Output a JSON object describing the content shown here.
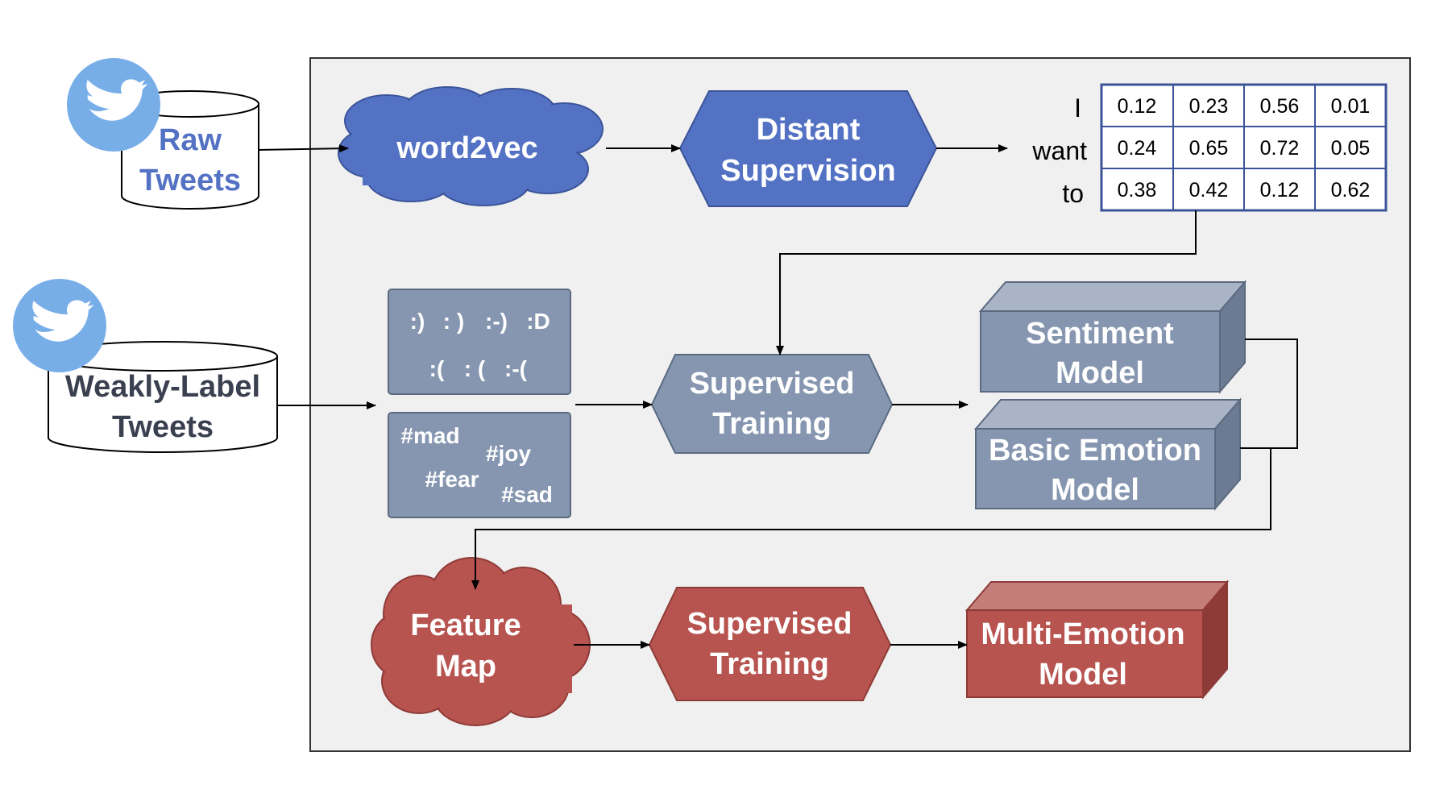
{
  "raw_tweets": {
    "line1": "Raw",
    "line2": "Tweets",
    "icon": "twitter-bird-icon"
  },
  "weak_tweets": {
    "line1": "Weakly-Label",
    "line2": "Tweets",
    "icon": "twitter-bird-icon"
  },
  "word2vec": "word2vec",
  "distant_supervision": {
    "line1": "Distant",
    "line2": "Supervision"
  },
  "embedding": {
    "words": [
      "I",
      "want",
      "to"
    ],
    "rows": [
      [
        "0.12",
        "0.23",
        "0.56",
        "0.01"
      ],
      [
        "0.24",
        "0.65",
        "0.72",
        "0.05"
      ],
      [
        "0.38",
        "0.42",
        "0.12",
        "0.62"
      ]
    ]
  },
  "emoticons": {
    "row1": [
      ":)",
      ": )",
      ":-)",
      ":D"
    ],
    "row2": [
      ":(",
      ": (",
      ":-("
    ]
  },
  "hashtags": [
    "#mad",
    "#joy",
    "#fear",
    "#sad"
  ],
  "supervised_training_1": {
    "line1": "Supervised",
    "line2": "Training"
  },
  "sentiment_model": {
    "line1": "Sentiment",
    "line2": "Model"
  },
  "basic_emotion_model": {
    "line1": "Basic Emotion",
    "line2": "Model"
  },
  "feature_map": {
    "line1": "Feature",
    "line2": "Map"
  },
  "supervised_training_2": {
    "line1": "Supervised",
    "line2": "Training"
  },
  "multi_emotion_model": {
    "line1": "Multi-Emotion",
    "line2": "Model"
  },
  "colors": {
    "blue": "#5472c4",
    "slate": "#8696b0",
    "red": "#b85450",
    "twitter": "#78aee8",
    "panel": "#f0f0f0"
  }
}
